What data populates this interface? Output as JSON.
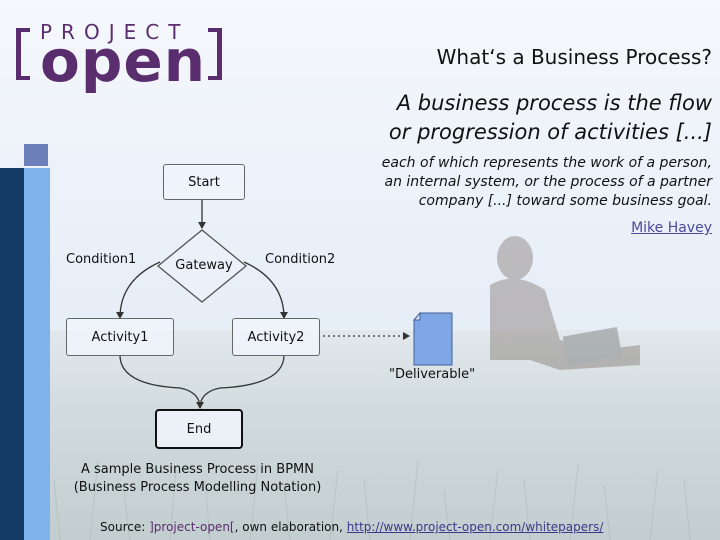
{
  "logo": {
    "project": "PROJECT",
    "open": "open"
  },
  "title": "What‘s a Business Process?",
  "quote": {
    "line1": "A business process is the flow",
    "line2": "or progression of activities [...]",
    "line3": "each of which represents the work of a person,",
    "line4": "an internal system, or the process of a partner",
    "line5": "company [...] toward some business goal.",
    "author": "Mike Havey"
  },
  "diagram": {
    "start": "Start",
    "gateway": "Gateway",
    "condition1": "Condition1",
    "condition2": "Condition2",
    "activity1": "Activity1",
    "activity2": "Activity2",
    "deliverable": "\"Deliverable\"",
    "end": "End"
  },
  "caption": {
    "line1": "A sample Business Process in BPMN",
    "line2": "(Business Process Modelling Notation)"
  },
  "source": {
    "prefix": "Source:",
    "brand": "]project-open[",
    "middle": ", own elaboration,",
    "link": "http://www.project-open.com/whitepapers/"
  },
  "colors": {
    "brand": "#5a2d6e",
    "dark_bar": "#163a66",
    "light_bar": "#7fb3ea"
  }
}
